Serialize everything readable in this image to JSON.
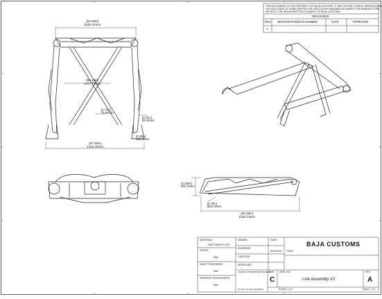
{
  "notice": {
    "line1": "THIS DOCUMENT IS THE PROPERTY OF BAJA CUSTOMS. IT MAY NOT BE COPIED, REPRODUCED",
    "line2": "OR DISCLOSED TO THIRD PARTIES OR USED IN ANY MANNER AS A BASIS FOR MANUFACTURE",
    "line3": "WITHOUT THE PRIOR WRITTEN CONSENT OF BAJA CUSTOMS"
  },
  "revisions": {
    "title": "REVISIONS",
    "headers": [
      "REV.",
      "DESCRIPTION/DCN NUMBER",
      "DATE",
      "APPROVED"
    ],
    "rows": [
      [
        "A",
        "",
        "",
        ""
      ]
    ]
  },
  "dimensions": {
    "top_width": "[53.00in]\n1346.20mm",
    "diagonal": "[58.18in]\n1477.77mm",
    "inner_left": "[2.77in]\n70.36mm",
    "inner_right": "[3.51in]\n89.13mm",
    "foot": "[4.26in]\n108.20mm",
    "bottom_width": "[57.26in]\n1454.40mm",
    "side_height": "[11.50in]\n292.10mm",
    "tube_dia": "[0.76in]\nØ19.18mm",
    "side_length": "[52.36in]\n1330.13mm"
  },
  "title_block": {
    "material_label": "MATERIAL",
    "material_value": "SEE PARTS LIST",
    "finish_label": "FINISH",
    "finish_value": "N/A",
    "heat_label": "HEAT TREATMENT",
    "heat_value": "N/A",
    "roughness_label": "SURFACE ROUGHNESS",
    "roughness_value": "N/A",
    "tolerance_note": "UNLESS OTHERWISE SPECIFIED",
    "scale_note": "DO NOT SCALE DRAWING",
    "drawn_label": "DRAWN",
    "date_label": "DATE",
    "engineer_label": "ENGINEER",
    "engineer_date": "5/10/2020",
    "engineer_name": "TRUS",
    "checked_label": "CHECKED",
    "approved_label": "APPROVED",
    "company": "BAJA CUSTOMS",
    "size_label": "SIZE",
    "size_value": "C",
    "dwg_label": "DWG. NO.",
    "dwg_value": "Link Assembly V2",
    "rev_label": "REV",
    "rev_value": "A",
    "scale_label": "SCALE: 1:12",
    "sheet_label": "Sheet 1 of 1"
  }
}
